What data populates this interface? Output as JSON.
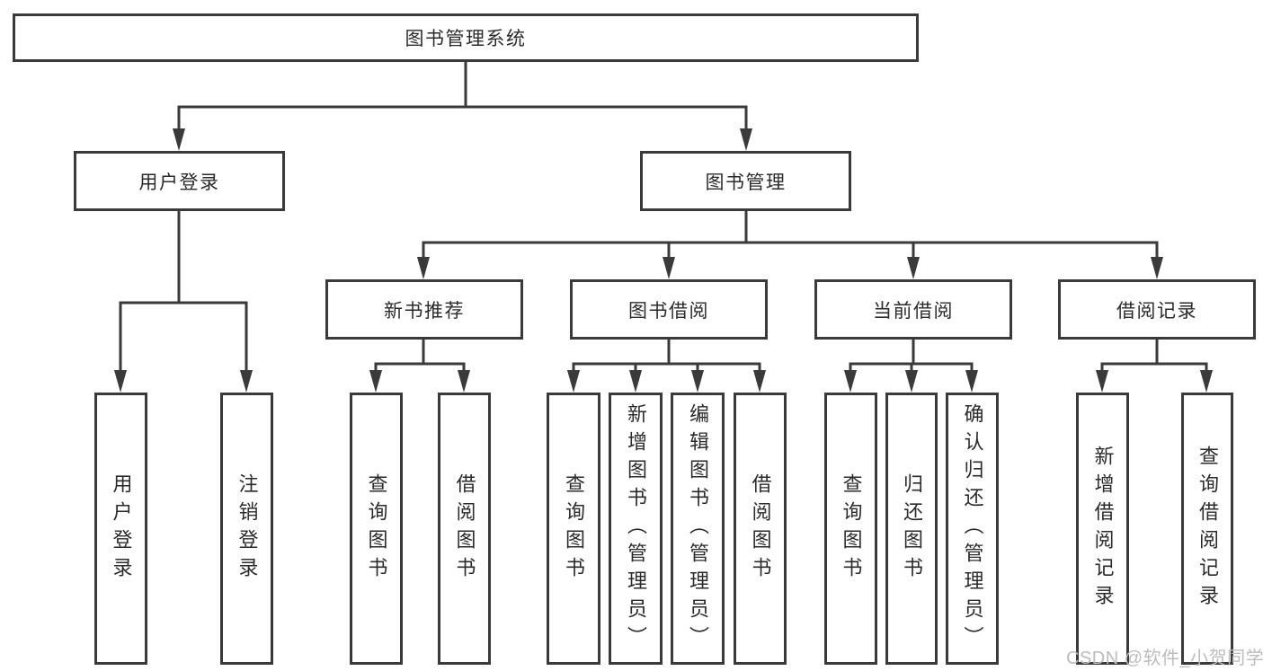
{
  "tree": {
    "root": {
      "label": "图书管理系统"
    },
    "level2": [
      {
        "label": "用户登录"
      },
      {
        "label": "图书管理"
      }
    ],
    "level3": [
      {
        "label": "新书推荐"
      },
      {
        "label": "图书借阅"
      },
      {
        "label": "当前借阅"
      },
      {
        "label": "借阅记录"
      }
    ],
    "leaves": [
      {
        "label": "用户登录"
      },
      {
        "label": "注销登录"
      },
      {
        "label": "查询图书"
      },
      {
        "label": "借阅图书"
      },
      {
        "label": "查询图书"
      },
      {
        "label": "新增图书（管理员）"
      },
      {
        "label": "编辑图书（管理员）"
      },
      {
        "label": "借阅图书"
      },
      {
        "label": "查询图书"
      },
      {
        "label": "归还图书"
      },
      {
        "label": "确认归还（管理员）"
      },
      {
        "label": "新增借阅记录"
      },
      {
        "label": "查询借阅记录"
      }
    ]
  },
  "watermark": {
    "text": "CSDN @软件_小贺同学"
  },
  "colors": {
    "line": "#3a3a3a",
    "text": "#2b2b2b",
    "background": "#ffffff",
    "watermark": "#bcbcbc"
  }
}
